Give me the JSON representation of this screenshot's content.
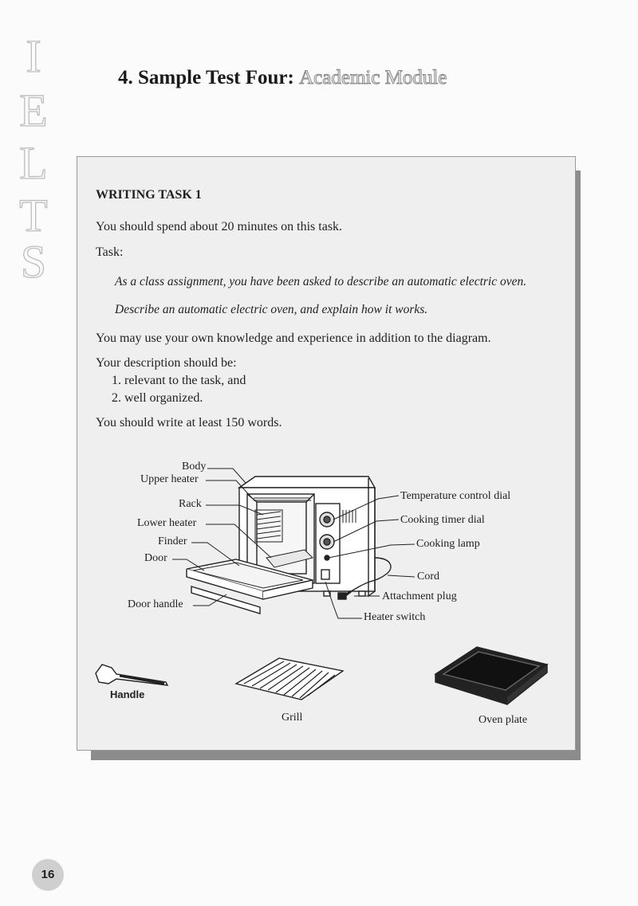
{
  "side_letters": [
    "I",
    "E",
    "L",
    "T",
    "S"
  ],
  "heading": {
    "main": "4. Sample Test Four:",
    "sub": "Academic Module"
  },
  "task": {
    "title": "WRITING TASK 1",
    "time": "You should spend about 20 minutes on this task.",
    "task_label": "Task:",
    "prompt1": "As a class assignment, you have been asked to describe an automatic electric oven.",
    "prompt2": "Describe an automatic electric oven, and explain how it works.",
    "knowledge": "You may use your own knowledge and experience in addition to the diagram.",
    "description_intro": "Your description should be:",
    "criteria": [
      "1.  relevant to the task, and",
      "2.  well organized."
    ],
    "word_count": "You should write at least 150 words."
  },
  "diagram": {
    "labels": {
      "body": "Body",
      "upper_heater": "Upper heater",
      "rack": "Rack",
      "lower_heater": "Lower heater",
      "finder": "Finder",
      "door": "Door",
      "door_handle": "Door handle",
      "temperature_dial": "Temperature control dial",
      "timer_dial": "Cooking timer dial",
      "cooking_lamp": "Cooking lamp",
      "cord": "Cord",
      "attachment_plug": "Attachment plug",
      "heater_switch": "Heater switch"
    },
    "accessories": {
      "handle": "Handle",
      "grill": "Grill",
      "oven_plate": "Oven plate"
    }
  },
  "page_number": "16"
}
